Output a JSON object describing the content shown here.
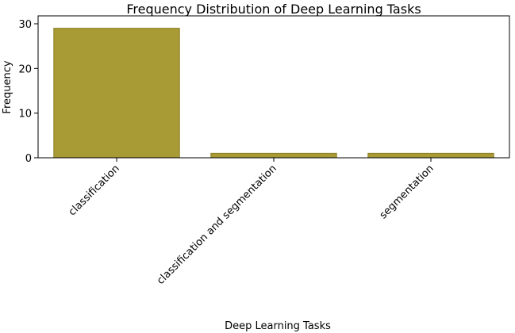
{
  "chart_data": {
    "type": "bar",
    "title": "Frequency Distribution of Deep Learning Tasks",
    "xlabel": "Deep Learning Tasks",
    "ylabel": "Frequency",
    "categories": [
      "classification",
      "classification and segmentation",
      "segmentation"
    ],
    "values": [
      29,
      1,
      1
    ],
    "ylim": [
      0,
      30
    ],
    "yticks": [
      0,
      10,
      20,
      30
    ],
    "bar_color": "#a89a35",
    "bar_edge_color": "#8a7d22",
    "grid": false,
    "legend": "none"
  }
}
